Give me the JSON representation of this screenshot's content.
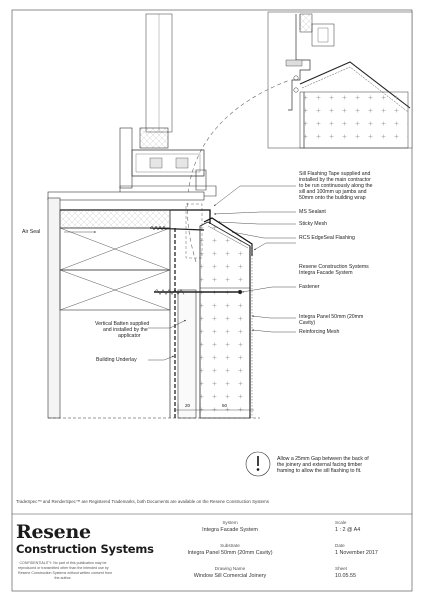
{
  "labels": {
    "air_seal": "Air Seal",
    "sill_tape_1": "Sill Flashing Tape supplied and",
    "sill_tape_2": "installed by the main contractor",
    "sill_tape_3": "to be run continuously along the",
    "sill_tape_4": "sill and 100mm up jambs and",
    "sill_tape_5": "50mm onto the building wrap",
    "ms_sealant": "MS Sealant",
    "sticky_mesh": "Sticky Mesh",
    "rcs_flashing": "RCS EdgeSeal Flashing",
    "resene_1": "Resene Construction Systems",
    "resene_2": "Integra Facade System",
    "fastener": "Fastener",
    "panel_1": "Integra Panel 50mm (20mm",
    "panel_2": "Cavity)",
    "reinforcing_mesh": "Reinforcing Mesh",
    "batten_1": "Vertical Batten supplied",
    "batten_2": "and installed by the",
    "batten_3": "applicator",
    "underlay": "Building Underlay",
    "gap_note_1": "Allow a 25mm Gap between the back of",
    "gap_note_2": "the joinery and external facing timber",
    "gap_note_3": "framing to allow the sill flashing to fit.",
    "dim_20": "20",
    "dim_50": "50"
  },
  "trademark": "TradeSpec™ and RenderSpec™ are Registered Trademarks, both Documents are available on the Resene Construction Systems",
  "title_block": {
    "logo_top": "Resene",
    "logo_bottom": "Construction Systems",
    "confidential_1": "CONFIDENTIALITY: No part of this publication may be",
    "confidential_2": "reproduced or transmitted other than the intended use by",
    "confidential_3": "Resene Construction Systems without written consent from",
    "confidential_4": "the author.",
    "system_label": "System",
    "system_value": "Integra Facade System",
    "substrate_label": "Substrate",
    "substrate_value": "Integra Panel 50mm (20mm Cavity)",
    "drawing_name_label": "Drawing Name",
    "drawing_name_value": "Window Sill Comercial Joinery",
    "scale_label": "Scale",
    "scale_value": "1 : 2 @ A4",
    "date_label": "Date",
    "date_value": "1 November 2017",
    "sheet_label": "Sheet",
    "sheet_value": "10.05.55"
  }
}
